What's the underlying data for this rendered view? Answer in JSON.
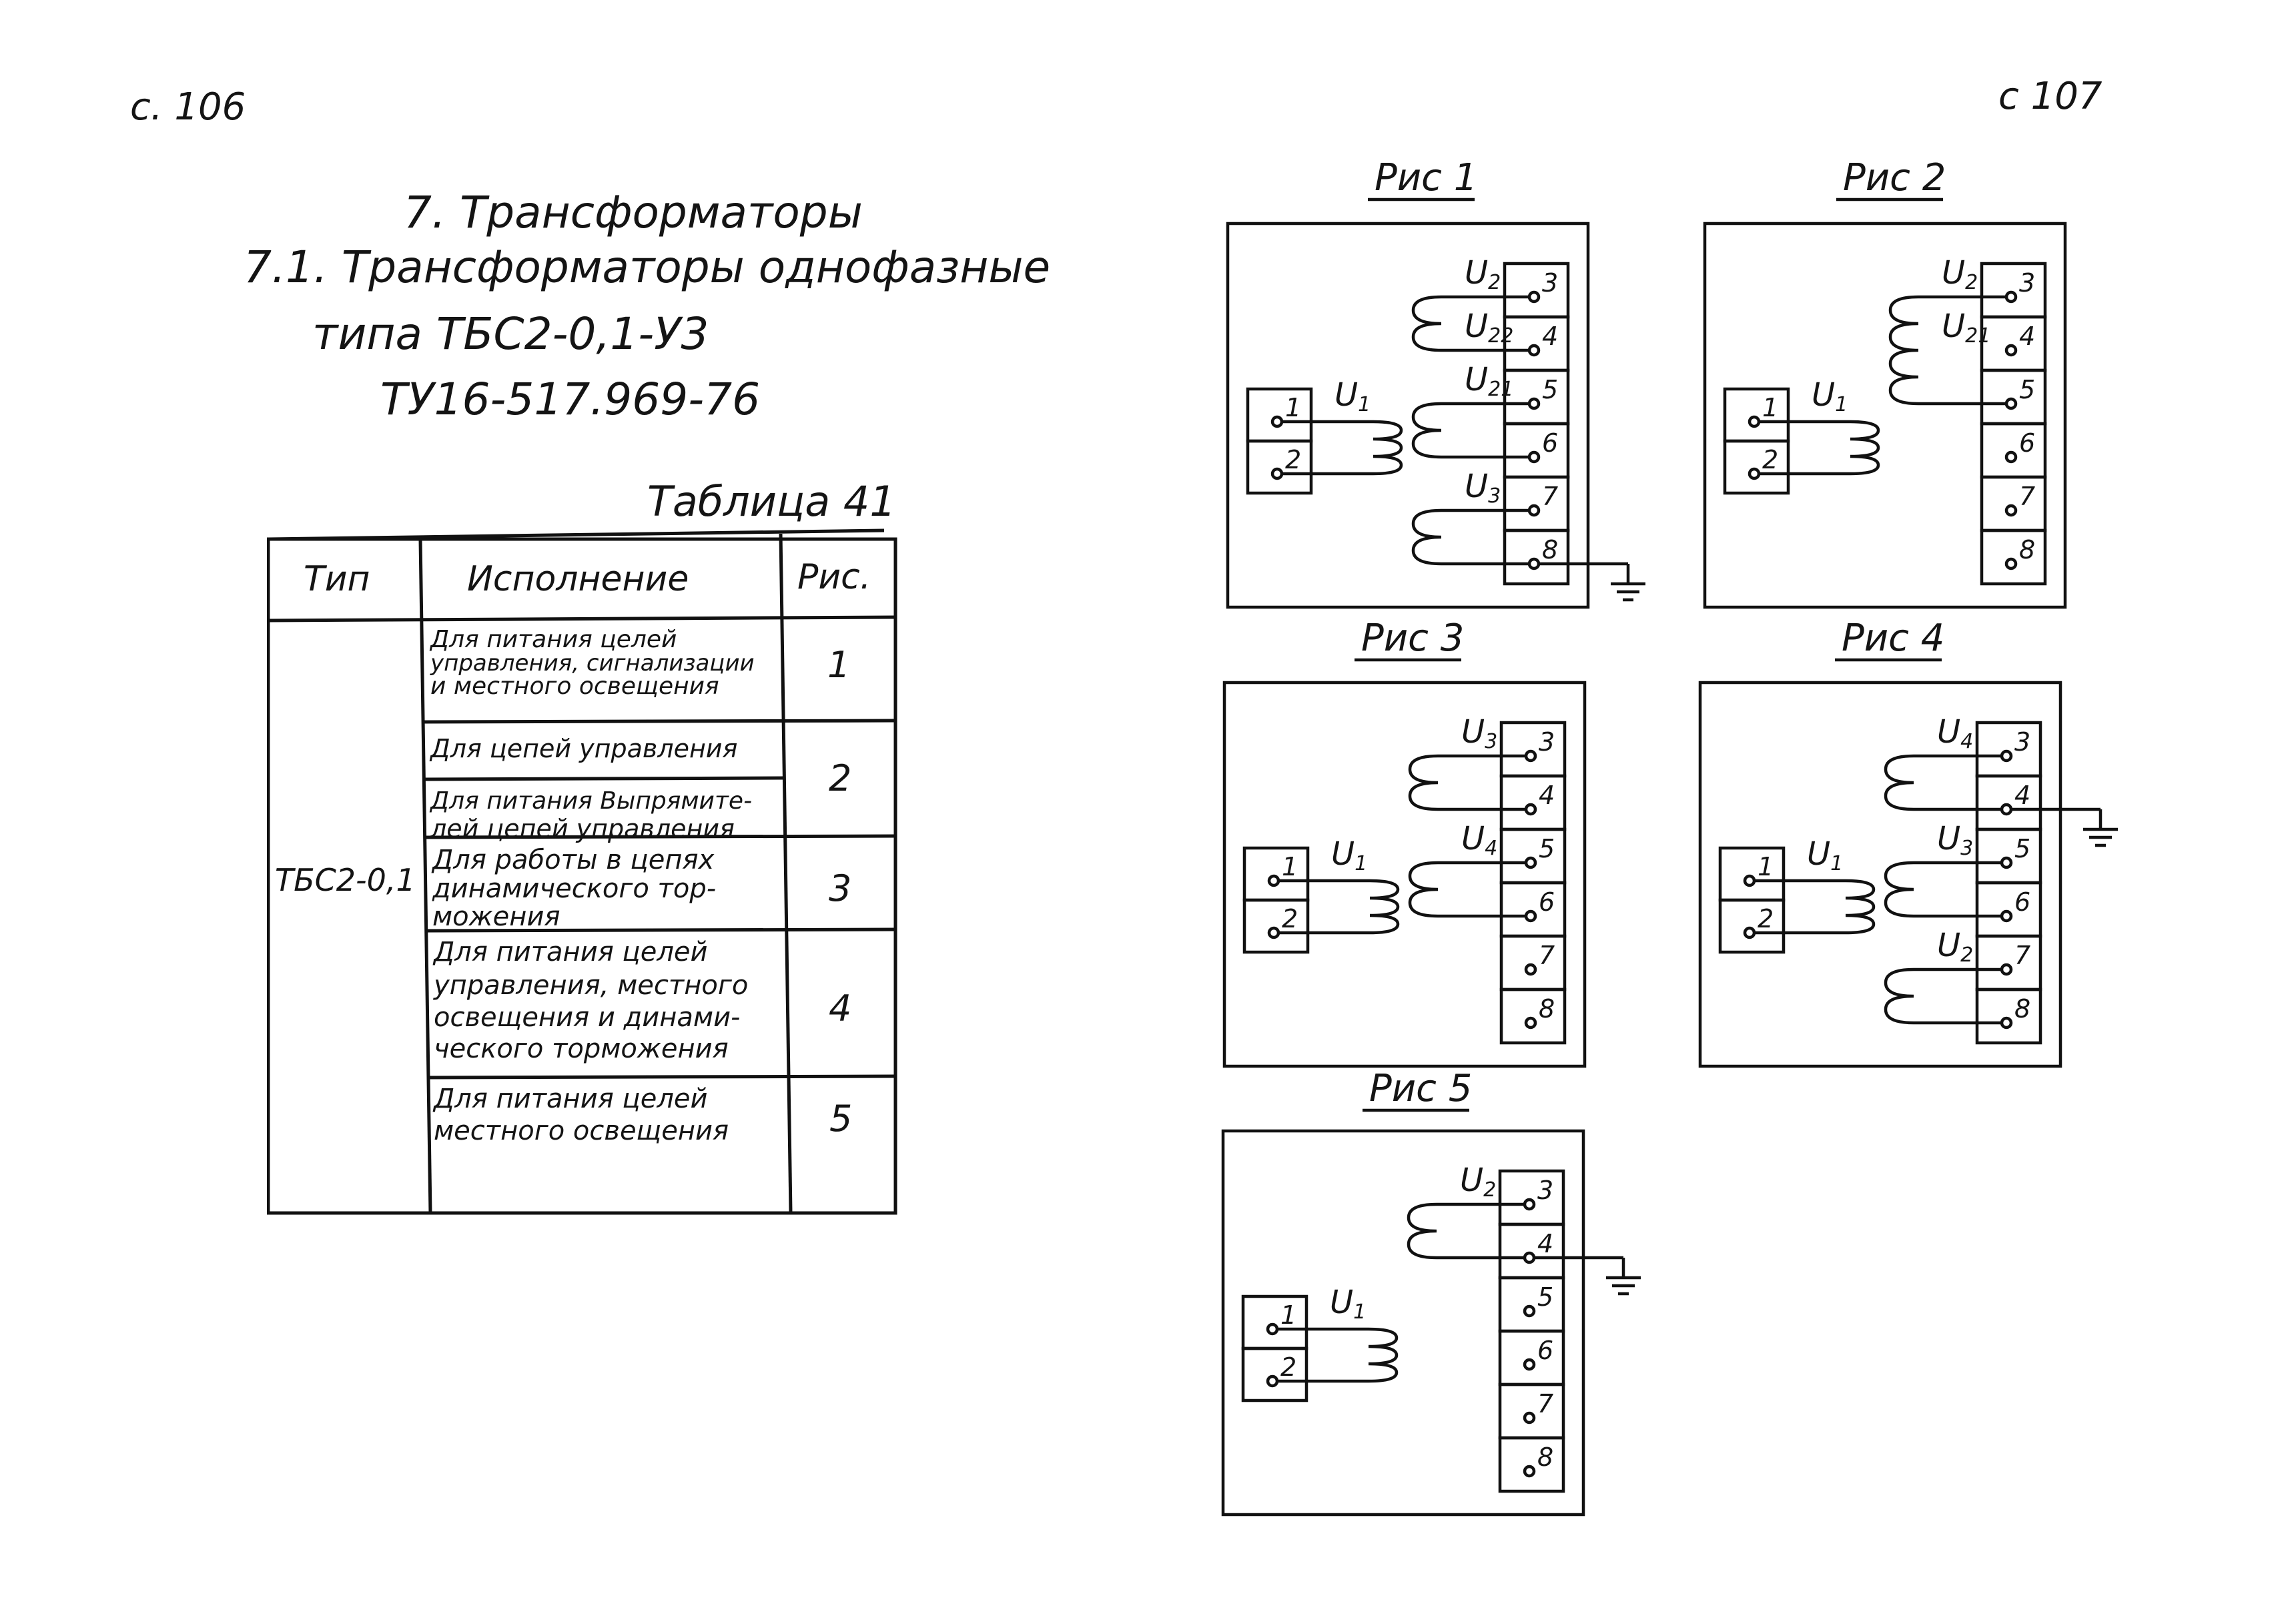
{
  "pages": {
    "left": "с. 106",
    "right": "с 107"
  },
  "section": {
    "heading": "7. Трансформаторы",
    "subheading": "7.1. Трансформаторы однофазные",
    "type_line": "типа ТБС2-0,1-У3",
    "spec": "ТУ16-517.969-76"
  },
  "table": {
    "caption": "Таблица 41",
    "headers": [
      "Тип",
      "Исполнение",
      "Рис."
    ],
    "type_value": "ТБС2-0,1",
    "rows": [
      {
        "lines": [
          "Для питания целей",
          "управления, сигнализации",
          "и местного освещения"
        ],
        "fig": "1"
      },
      {
        "lines": [
          "Для цепей управления"
        ],
        "fig": "2"
      },
      {
        "lines": [
          "Для питания Выпрямите-",
          "лей цепей управления"
        ],
        "fig": ""
      },
      {
        "lines": [
          "Для работы в цепях",
          "динамического тор-",
          "можения"
        ],
        "fig": "3"
      },
      {
        "lines": [
          "Для питания целей",
          "управления, местного",
          "освещения и динами-",
          "ческого торможения"
        ],
        "fig": "4"
      },
      {
        "lines": [
          "Для питания целей",
          "местного освещения"
        ],
        "fig": "5"
      }
    ]
  },
  "figures": [
    {
      "title": "Рис 1",
      "primary": "U1",
      "left_terms": [
        "1",
        "2"
      ],
      "right_terms": [
        "3",
        "4",
        "5",
        "6",
        "7",
        "8"
      ],
      "labels": [
        "U2",
        "U22",
        "U21",
        "U3"
      ]
    },
    {
      "title": "Рис 2",
      "primary": "U1",
      "left_terms": [
        "1",
        "2"
      ],
      "right_terms": [
        "3",
        "4",
        "5",
        "6",
        "7",
        "8"
      ],
      "labels": [
        "U2",
        "U21"
      ]
    },
    {
      "title": "Рис 3",
      "primary": "U1",
      "left_terms": [
        "1",
        "2"
      ],
      "right_terms": [
        "3",
        "4",
        "5",
        "6",
        "7",
        "8"
      ],
      "labels": [
        "U3",
        "U4"
      ]
    },
    {
      "title": "Рис 4",
      "primary": "U1",
      "left_terms": [
        "1",
        "2"
      ],
      "right_terms": [
        "3",
        "4",
        "5",
        "6",
        "7",
        "8"
      ],
      "labels": [
        "U4",
        "U3",
        "U2"
      ]
    },
    {
      "title": "Рис 5",
      "primary": "U1",
      "left_terms": [
        "1",
        "2"
      ],
      "right_terms": [
        "3",
        "4",
        "5",
        "6",
        "7",
        "8"
      ],
      "labels": [
        "U2"
      ]
    }
  ]
}
